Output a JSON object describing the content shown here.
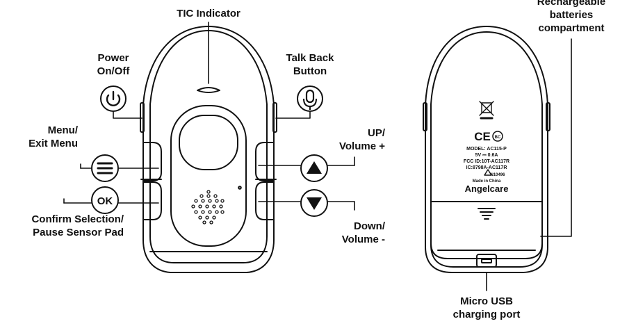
{
  "labels": {
    "tic_indicator": "TIC Indicator",
    "power": "Power\nOn/Off",
    "talk_back": "Talk Back\nButton",
    "menu": "Menu/\nExit Menu",
    "up": "UP/\nVolume +",
    "confirm": "Confirm Selection/\nPause Sensor Pad",
    "down": "Down/\nVolume -",
    "batteries": "Rechargeable\nbatteries\ncompartment",
    "usb": "Micro USB\ncharging port"
  },
  "ok_button_text": "OK",
  "back_label": {
    "ce": "CE",
    "bc": "BC",
    "model": "MODEL: AC115-P",
    "power": "5V ⎓ 0.6A",
    "fcc": "FCC ID:10T-AC117R",
    "ic": "IC:8798A-AC117R",
    "code": "N10496",
    "made_in": "Made in China",
    "brand": "Angelcare"
  },
  "colors": {
    "stroke": "#111111",
    "fill": "#ffffff"
  }
}
